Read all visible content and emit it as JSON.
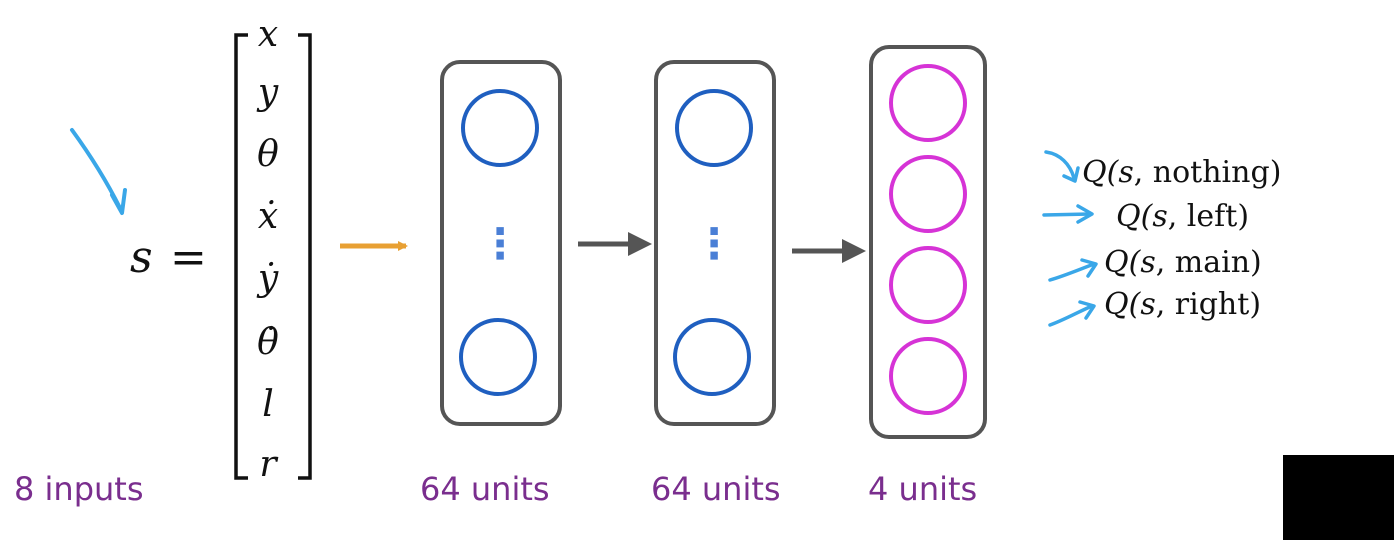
{
  "state_equation": {
    "lhs": "s",
    "equals": "=",
    "vector": [
      "x",
      "y",
      "θ",
      "ẋ",
      "ẏ",
      "θ̇",
      "l",
      "r"
    ]
  },
  "captions": {
    "inputs": "8 inputs",
    "hidden1": "64 units",
    "hidden2": "64 units",
    "output": "4 units"
  },
  "q_outputs": [
    {
      "prefix": "Q(",
      "state": "s",
      "sep": ", ",
      "action": "nothing",
      "suffix": ")"
    },
    {
      "prefix": "Q(",
      "state": "s",
      "sep": ", ",
      "action": "left",
      "suffix": ")"
    },
    {
      "prefix": "Q(",
      "state": "s",
      "sep": ", ",
      "action": "main",
      "suffix": ")"
    },
    {
      "prefix": "Q(",
      "state": "s",
      "sep": ", ",
      "action": "right",
      "suffix": ")"
    }
  ],
  "ellipsis": "⋮",
  "colors": {
    "layer_border": "#555555",
    "hidden_node": "#1f5fc0",
    "output_node": "#d633d6",
    "input_arrow": "#e8a033",
    "layer_arrow": "#555555",
    "annotation_arrow": "#3aa7e8",
    "caption_text": "#7a2e8e",
    "ellipsis_dots": "#4a7fd6"
  }
}
